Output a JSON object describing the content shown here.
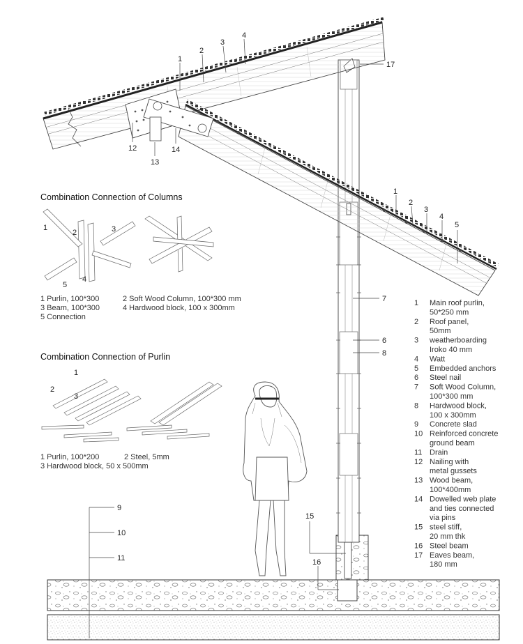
{
  "sections": {
    "columns_title": "Combination Connection of Columns",
    "purlin_title": "Combination Connection of Purlin"
  },
  "columns_legend": {
    "l1": "1 Purlin, 100*300",
    "l2": "2 Soft Wood Column, 100*300 mm",
    "l3": "3 Beam, 100*300",
    "l4": "4 Hardwood block, 100 x 300mm",
    "l5": "5 Connection"
  },
  "purlin_legend": {
    "l1": "1 Purlin, 100*200",
    "l2": "2 Steel, 5mm",
    "l3": "3 Hardwood block, 50 x 500mm"
  },
  "legend": [
    {
      "n": "1",
      "lines": [
        "Main roof purlin,",
        "50*250 mm"
      ]
    },
    {
      "n": "2",
      "lines": [
        "Roof panel,",
        "50mm"
      ]
    },
    {
      "n": "3",
      "lines": [
        "weatherboarding",
        "Iroko 40 mm"
      ]
    },
    {
      "n": "4",
      "lines": [
        "Watt"
      ]
    },
    {
      "n": "5",
      "lines": [
        "Embedded anchors"
      ]
    },
    {
      "n": "6",
      "lines": [
        "Steel nail"
      ]
    },
    {
      "n": "7",
      "lines": [
        "Soft Wood Column,",
        "100*300 mm"
      ]
    },
    {
      "n": "8",
      "lines": [
        "Hardwood block,",
        "100 x 300mm"
      ]
    },
    {
      "n": "9",
      "lines": [
        "Concrete slad"
      ]
    },
    {
      "n": "10",
      "lines": [
        "Reinforced concrete",
        "ground beam"
      ]
    },
    {
      "n": "11",
      "lines": [
        "Drain"
      ]
    },
    {
      "n": "12",
      "lines": [
        "Nailing with",
        "metal gussets"
      ]
    },
    {
      "n": "13",
      "lines": [
        "Wood beam,",
        "100*400mm"
      ]
    },
    {
      "n": "14",
      "lines": [
        "Dowelled web plate",
        "and ties connected",
        "via pins"
      ]
    },
    {
      "n": "15",
      "lines": [
        "steel stiff,",
        "20 mm thk"
      ]
    },
    {
      "n": "16",
      "lines": [
        "Steel beam"
      ]
    },
    {
      "n": "17",
      "lines": [
        "Eaves beam,",
        "180 mm"
      ]
    }
  ],
  "callouts": {
    "roof_top": [
      "1",
      "2",
      "3",
      "4"
    ],
    "roof_right": [
      "1",
      "2",
      "3",
      "4",
      "5"
    ],
    "c6": "6",
    "c7": "7",
    "c8": "8",
    "c9": "9",
    "c10": "10",
    "c11": "11",
    "c12": "12",
    "c13": "13",
    "c14": "14",
    "c15": "15",
    "c16": "16",
    "c17": "17",
    "col_detail": [
      "1",
      "2",
      "3",
      "4",
      "5"
    ],
    "purlin_detail": [
      "1",
      "2",
      "3"
    ]
  }
}
